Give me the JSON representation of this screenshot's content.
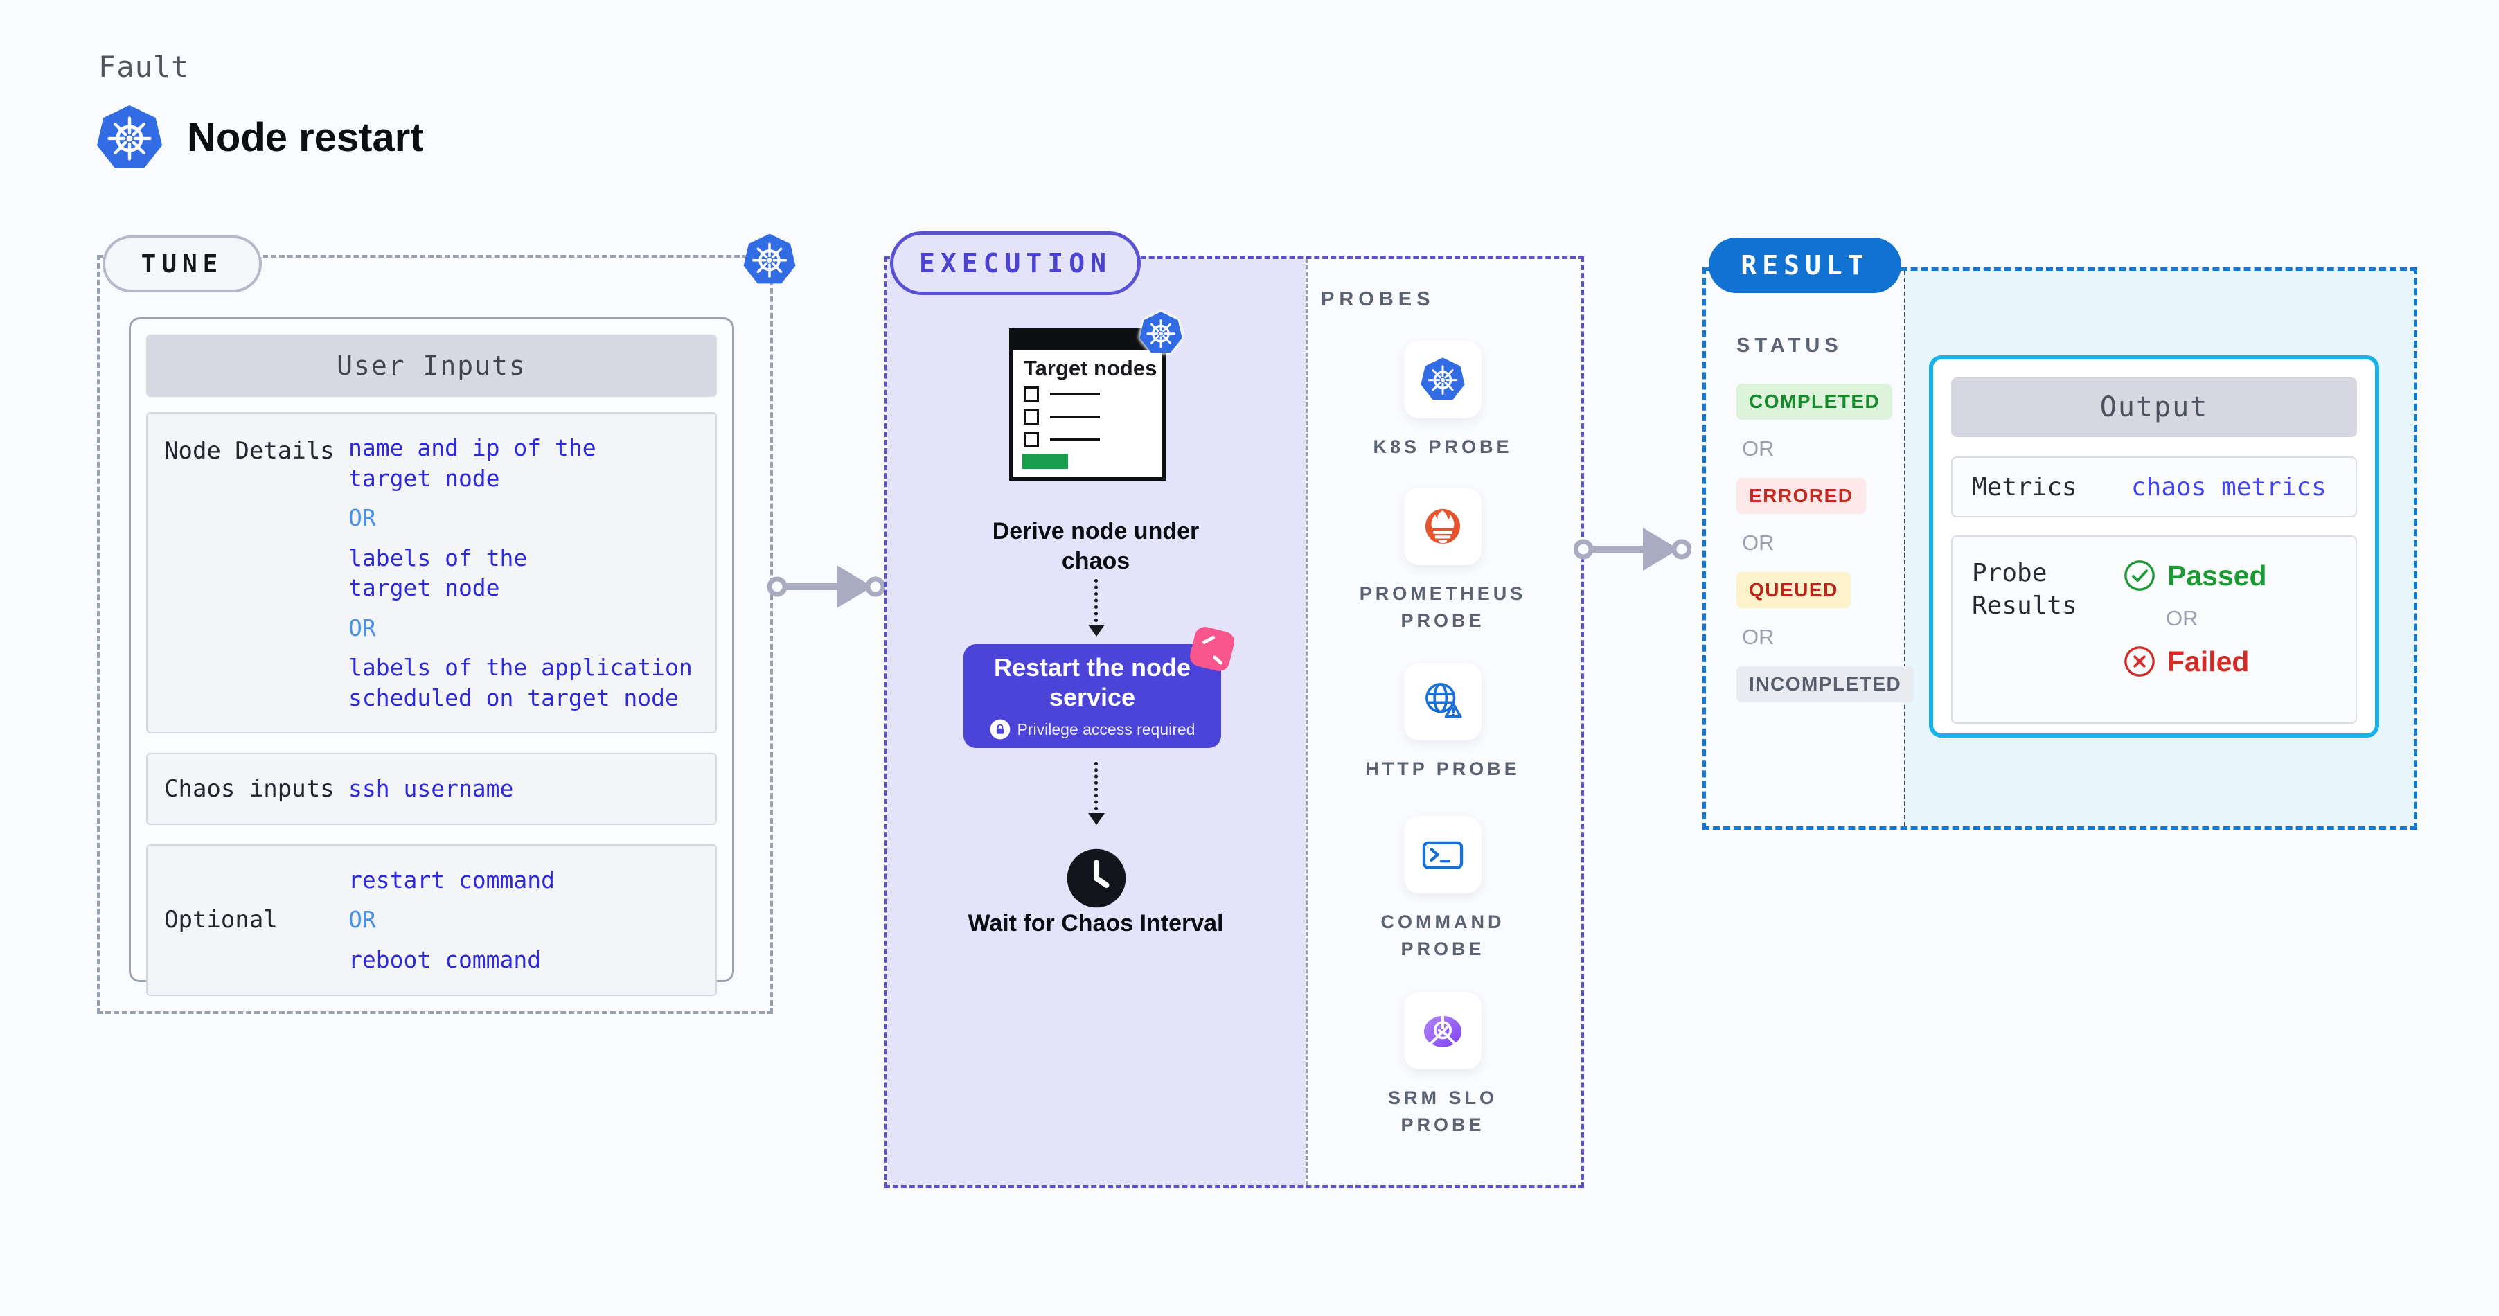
{
  "header": {
    "kicker": "Fault",
    "title": "Node restart",
    "logo_icon": "kubernetes-icon"
  },
  "tune": {
    "label": "TUNE",
    "corner_icon": "kubernetes-icon",
    "card_title": "User Inputs",
    "rows": [
      {
        "label": "Node Details",
        "segments": [
          {
            "kind": "value",
            "text": "name and ip of the\ntarget node"
          },
          {
            "kind": "or",
            "text": "OR"
          },
          {
            "kind": "value",
            "text": "labels of the\ntarget node"
          },
          {
            "kind": "or",
            "text": "OR"
          },
          {
            "kind": "value",
            "text": "labels of the application\nscheduled on target node"
          }
        ]
      },
      {
        "label": "Chaos inputs",
        "segments": [
          {
            "kind": "value",
            "text": "ssh username"
          }
        ]
      },
      {
        "label": "Optional",
        "segments": [
          {
            "kind": "value",
            "text": "restart command"
          },
          {
            "kind": "or",
            "text": "OR"
          },
          {
            "kind": "value",
            "text": "reboot command"
          }
        ]
      }
    ]
  },
  "execution": {
    "label": "EXECUTION",
    "target_nodes_title": "Target nodes",
    "derive_caption": "Derive node under chaos",
    "restart_button": {
      "title": "Restart the node service",
      "note": "Privilege access required",
      "lock_icon": "lock-icon",
      "badge_icon": "litmus-chaos-badge"
    },
    "clock_icon": "clock-icon",
    "wait_caption": "Wait for Chaos Interval"
  },
  "probes": {
    "label": "PROBES",
    "items": [
      {
        "label": "K8S PROBE",
        "icon": "kubernetes-icon"
      },
      {
        "label": "PROMETHEUS PROBE",
        "icon": "prometheus-icon"
      },
      {
        "label": "HTTP PROBE",
        "icon": "http-globe-icon"
      },
      {
        "label": "COMMAND PROBE",
        "icon": "terminal-icon"
      },
      {
        "label": "SRM SLO PROBE",
        "icon": "srm-slo-icon"
      }
    ]
  },
  "result": {
    "label": "RESULT",
    "status": {
      "heading": "STATUS",
      "or": "OR",
      "badges": [
        {
          "text": "COMPLETED",
          "variant": "completed"
        },
        {
          "text": "ERRORED",
          "variant": "errored"
        },
        {
          "text": "QUEUED",
          "variant": "queued"
        },
        {
          "text": "INCOMPLETED",
          "variant": "incompleted"
        }
      ]
    },
    "output": {
      "title": "Output",
      "metrics_label": "Metrics",
      "metrics_value": "chaos metrics",
      "probe_results_label": "Probe\nResults",
      "passed": "Passed",
      "or": "OR",
      "failed": "Failed"
    }
  },
  "colors": {
    "accent_purple": "#5a50d2",
    "execution_fill": "#e4e3f9",
    "result_blue": "#1272d2",
    "result_fill": "#e8f5fc",
    "output_border": "#16b2e8",
    "tune_value_blue": "#2f2ad7",
    "or_blue": "#4a8fe8",
    "success_green": "#1d9a35",
    "error_red": "#d32b26",
    "k8s_blue": "#326ce5",
    "prometheus_orange": "#e6522c",
    "litmus_pink": "#f8568d",
    "target_green": "#1a9e4e"
  }
}
